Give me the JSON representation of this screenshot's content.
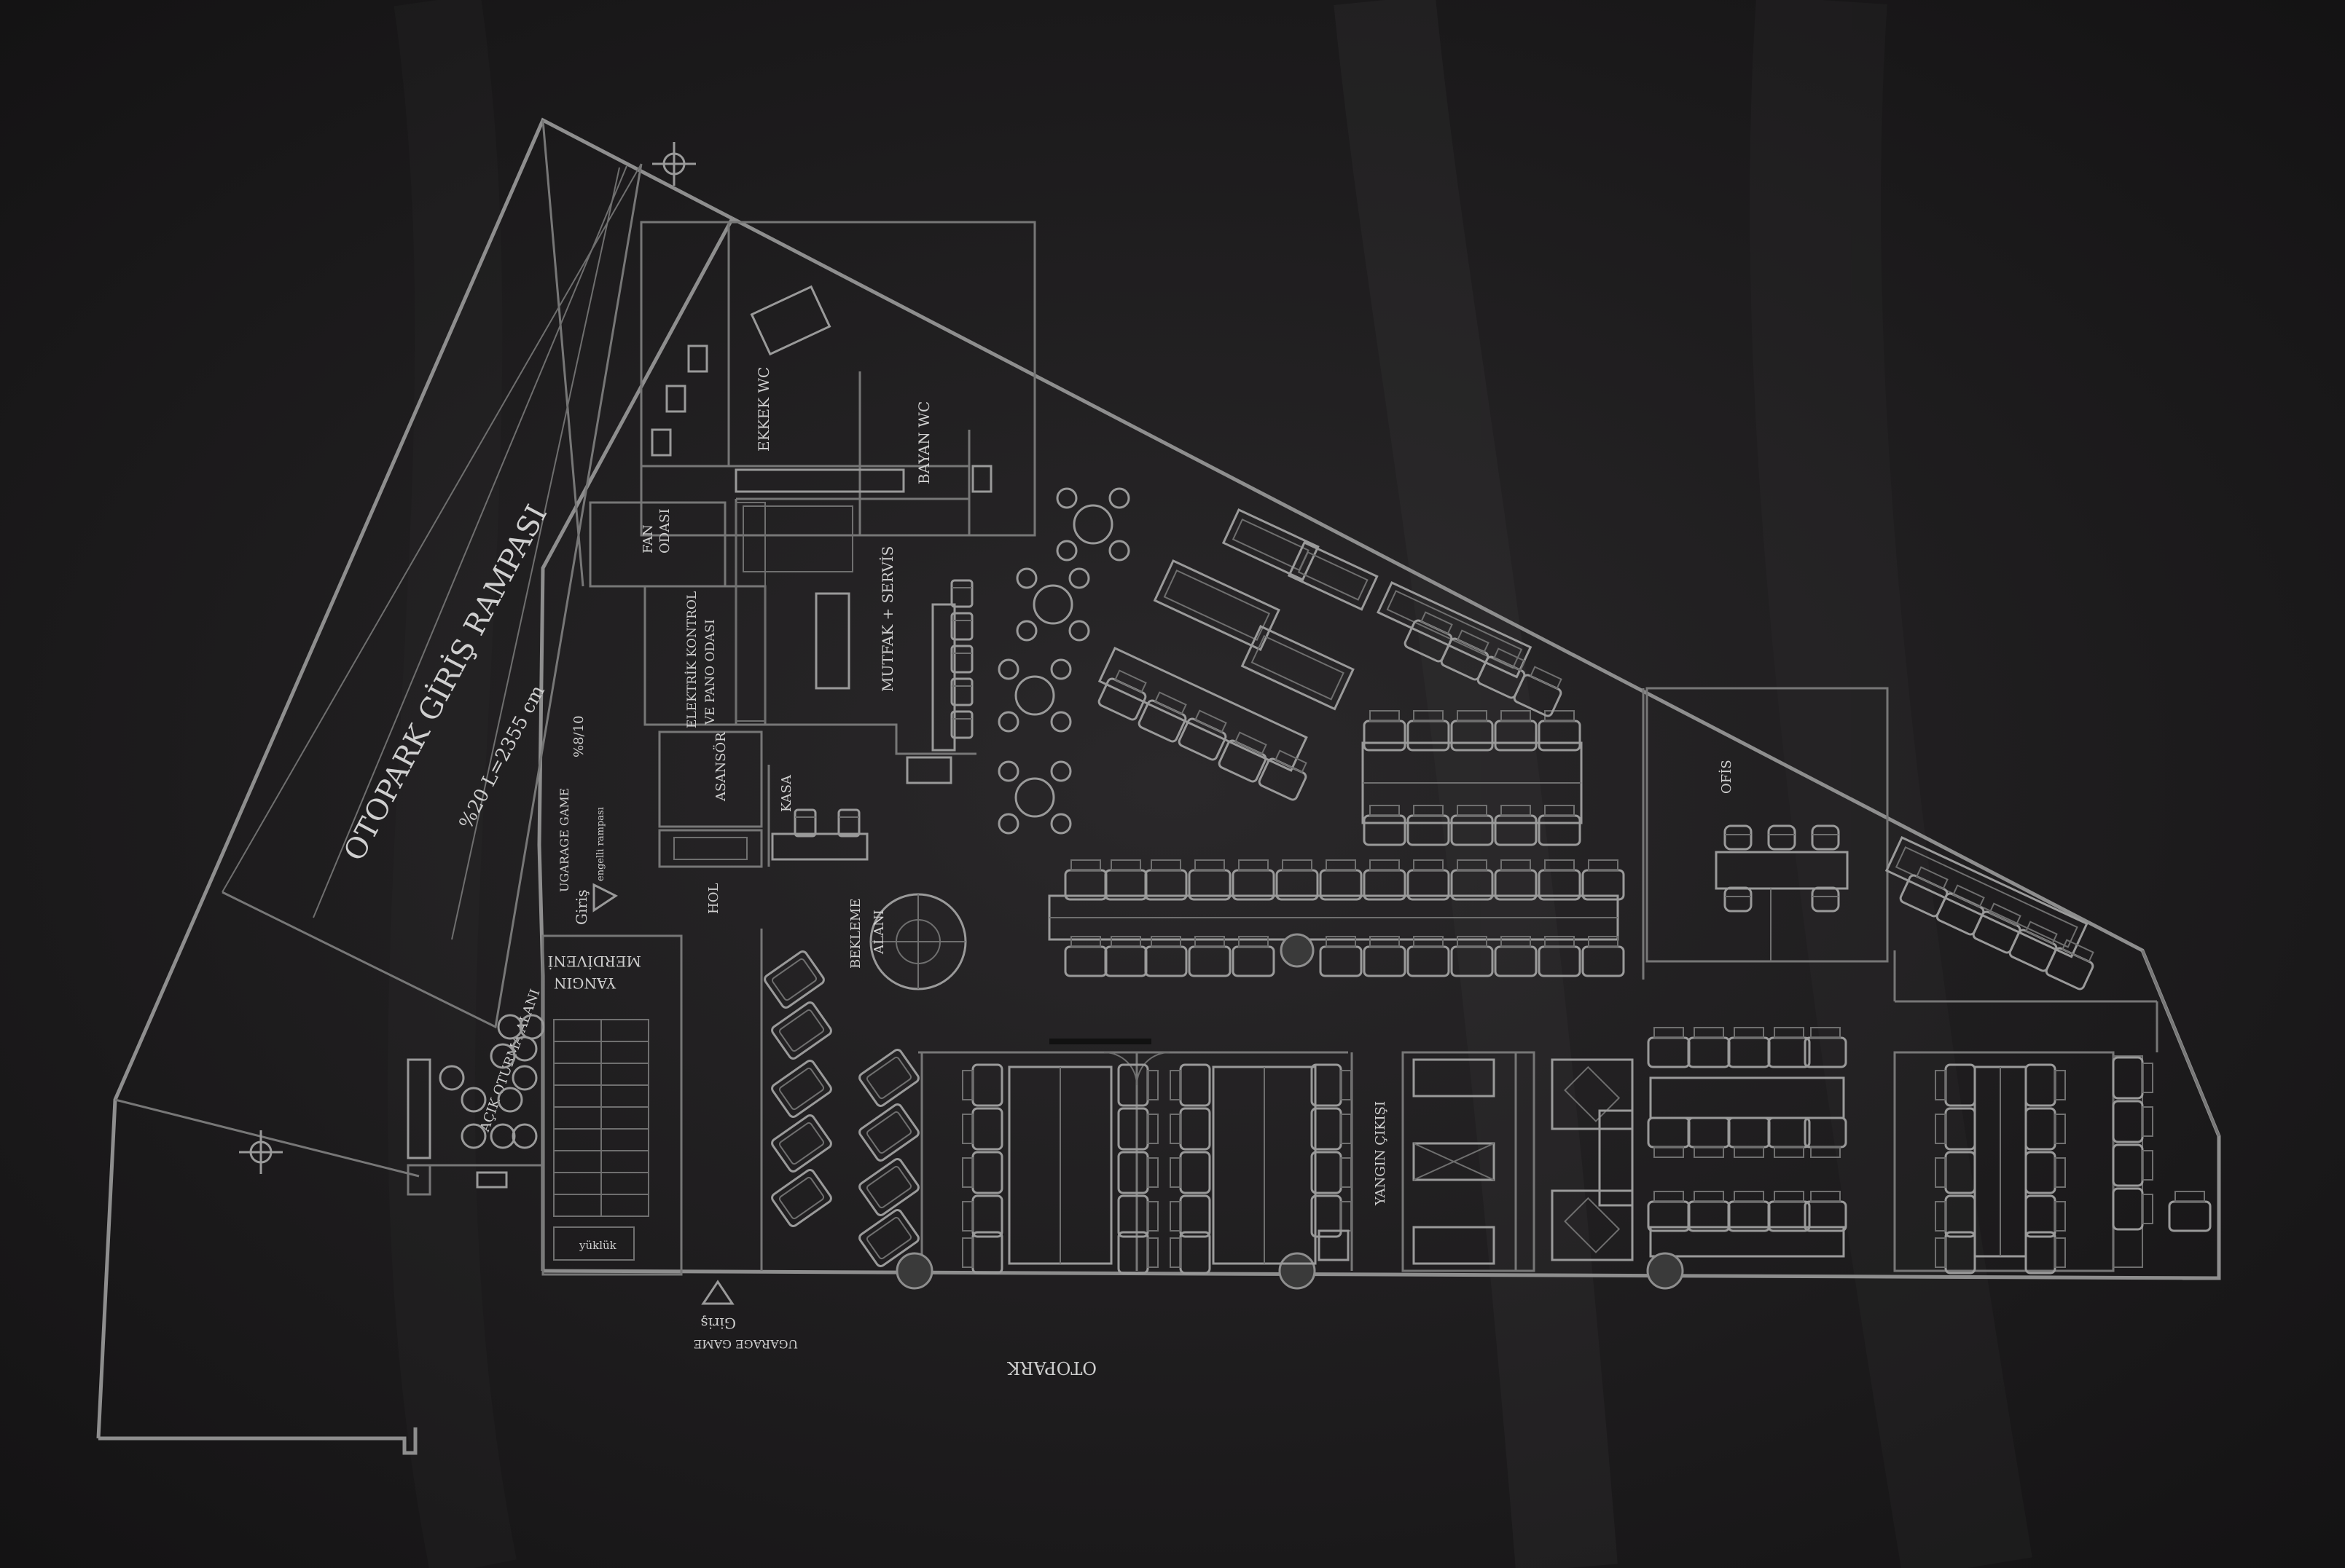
{
  "colors": {
    "background": "#1d1b1d",
    "linework": "#8e8e8e",
    "text": "#cfcfcf"
  },
  "labels": {
    "ramp_title": "OTOPARK GİRİŞ RAMPASI",
    "ramp_slope": "%20 L=2355 cm",
    "ekkek_wc": "EKKEK WC",
    "bayan_wc": "BAYAN WC",
    "fan_odasi_1": "FAN",
    "fan_odasi_2": "ODASI",
    "elektrik_1": "ELEKTRİK KONTROL",
    "elektrik_2": "VE PANO ODASI",
    "mutfak": "MUTFAK + SERVİS",
    "asansor": "ASANSÖR",
    "kasa": "KASA",
    "hol": "HOL",
    "engelli_rampasi": "engelli rampası",
    "slope_small": "%8/10",
    "ugarage_top_1": "UGARAGE GAME",
    "giris_top": "Giriş",
    "yangin_1": "YANGIN",
    "yangin_2": "MERDİVENİ",
    "bekleme_1": "BEKLEME",
    "bekleme_2": "ALANI",
    "acik_oturma": "AÇIK OTURMA ALANI",
    "yangin_cikisi": "YANGIN ÇIKIŞI",
    "ofis": "OFİS",
    "yukluk": "yüklük",
    "giris_bottom": "Giriş",
    "ugarage_bottom": "UGARAGE GAME",
    "otopark": "OTOPARK"
  }
}
